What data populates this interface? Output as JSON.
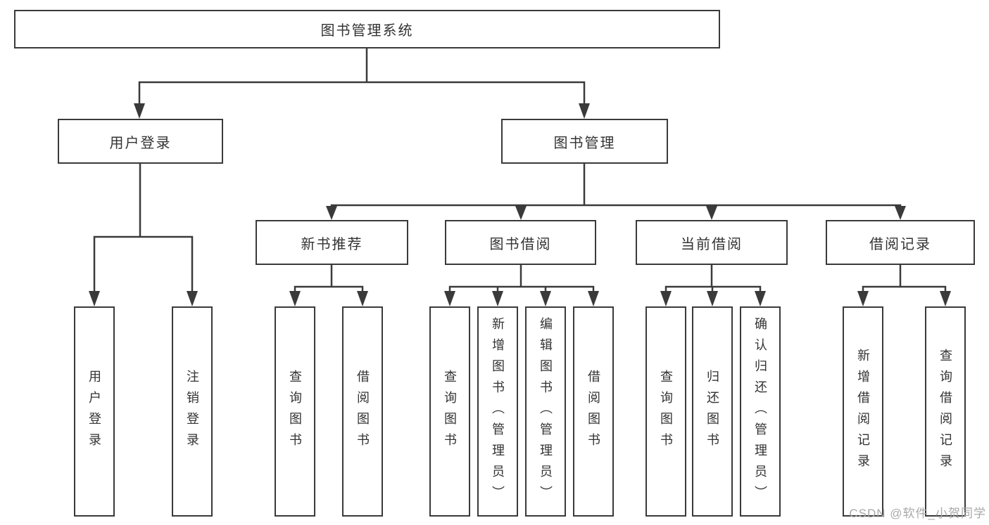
{
  "diagram": {
    "nodes": {
      "root": "图书管理系统",
      "user_login": "用户登录",
      "book_management": "图书管理",
      "new_book_recommend": "新书推荐",
      "book_borrow": "图书借阅",
      "current_borrow": "当前借阅",
      "borrow_records": "借阅记录",
      "leaf_user_login": "用户登录",
      "leaf_logout": "注销登录",
      "leaf_nb_query_book": "查询图书",
      "leaf_nb_borrow_book": "借阅图书",
      "leaf_bb_query_book": "查询图书",
      "leaf_bb_add_book": "新增图书（管理员）",
      "leaf_bb_edit_book": "编辑图书（管理员）",
      "leaf_bb_borrow_book": "借阅图书",
      "leaf_cb_query_book": "查询图书",
      "leaf_cb_return_book": "归还图书",
      "leaf_cb_confirm_return": "确认归还（管理员）",
      "leaf_br_add_record": "新增借阅记录",
      "leaf_br_query_record": "查询借阅记录"
    },
    "colors": {
      "line": "#3a3a3a",
      "border": "#3a3a3a",
      "text": "#333333",
      "background": "#ffffff",
      "watermark": "#a9a9a9"
    }
  },
  "watermark": {
    "text": "CSDN @软件_小贺同学"
  }
}
